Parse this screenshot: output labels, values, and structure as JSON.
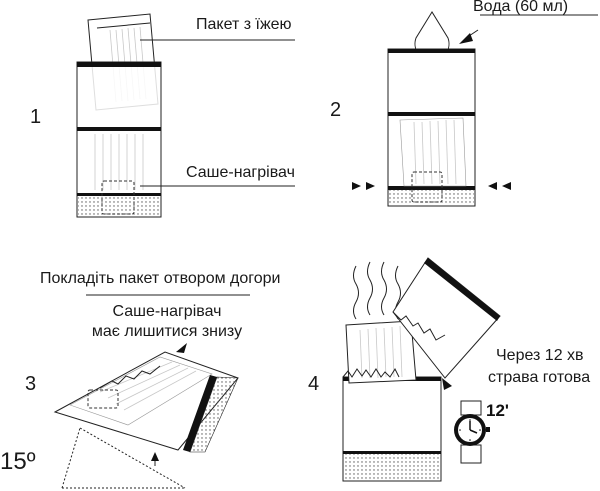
{
  "steps": {
    "s1": {
      "number": "1",
      "label_pouch": "Пакет з їжею",
      "label_heater": "Саше-нагрівач"
    },
    "s2": {
      "number": "2",
      "label_water": "Вода (60 мл)"
    },
    "s3": {
      "number": "3",
      "label_place": "Покладіть пакет отвором догори",
      "label_heater_line1": "Саше-нагрівач",
      "label_heater_line2": "має лишитися знизу",
      "angle": "15º"
    },
    "s4": {
      "number": "4",
      "label_ready_line1": "Через 12 хв",
      "label_ready_line2": "страва готова",
      "timer": "12'"
    }
  },
  "colors": {
    "ink": "#1a1a1a",
    "seal": "#111111",
    "stripe": "#c8c8c8"
  }
}
